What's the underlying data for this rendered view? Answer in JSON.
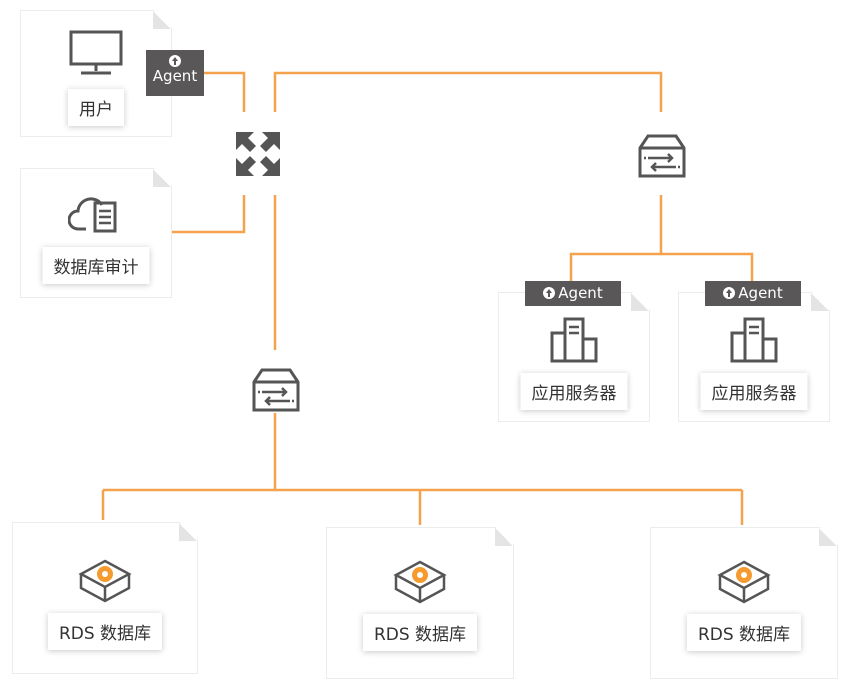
{
  "colors": {
    "connector": "#f5a24d",
    "icon_stroke": "#555555",
    "rds_accent": "#f59a2e",
    "agent_bg": "#595757"
  },
  "nodes": {
    "user": {
      "label": "用户",
      "icon": "monitor-icon"
    },
    "db_audit": {
      "label": "数据库审计",
      "icon": "cloud-database-icon"
    },
    "core_switch": {
      "icon": "switch-arrows-icon"
    },
    "load_balancer_top": {
      "icon": "load-balancer-icon"
    },
    "load_balancer_bottom": {
      "icon": "load-balancer-icon"
    },
    "app_servers": [
      {
        "label": "应用服务器",
        "icon": "server-building-icon"
      },
      {
        "label": "应用服务器",
        "icon": "server-building-icon"
      }
    ],
    "rds": [
      {
        "label": "RDS 数据库",
        "icon": "rds-database-icon"
      },
      {
        "label": "RDS 数据库",
        "icon": "rds-database-icon"
      },
      {
        "label": "RDS 数据库",
        "icon": "rds-database-icon"
      }
    ]
  },
  "agent": {
    "label": "Agent",
    "icon": "upload-icon"
  }
}
